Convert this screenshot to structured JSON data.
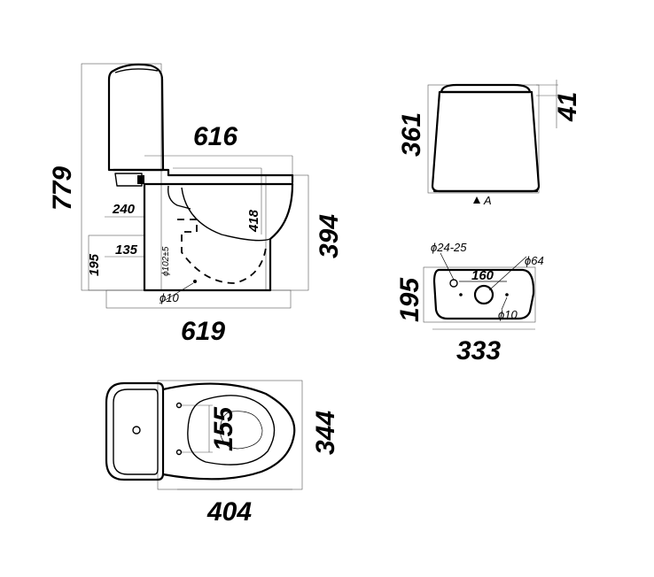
{
  "side_view": {
    "height_label": "779",
    "seat_depth_label": "616",
    "inlet_label": "240",
    "outlet_height_label": "135",
    "floor_gap_label": "195",
    "outlet_diameter_label": "ϕ102±5",
    "bowl_height_label": "418",
    "total_height_label": "394",
    "bolt_label": "ϕ10",
    "length_label": "619"
  },
  "tank_front_view": {
    "height_label": "361",
    "lid_label": "41",
    "view_marker": "A"
  },
  "tank_top_view": {
    "depth_label": "195",
    "hole_label": "ϕ24-25",
    "spacing_label": "160",
    "center_hole_label": "ϕ64",
    "bolt_label": "ϕ10",
    "width_label": "333"
  },
  "top_view": {
    "bolt_spacing_label": "155",
    "width_label": "344",
    "length_label": "404"
  }
}
